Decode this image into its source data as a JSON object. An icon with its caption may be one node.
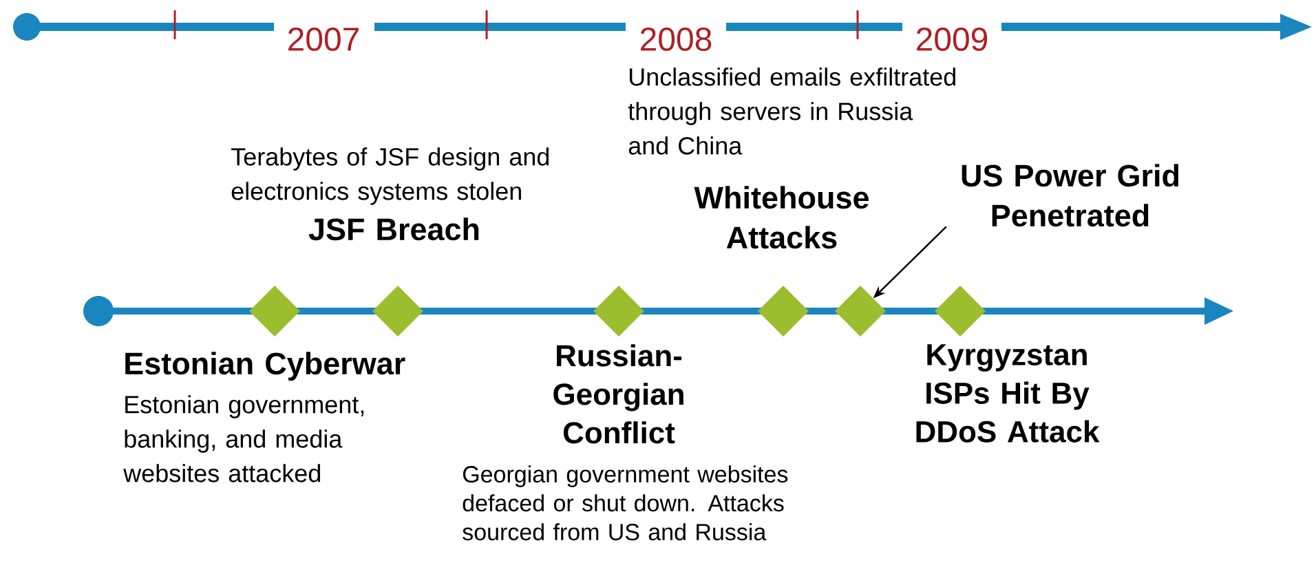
{
  "diagram": {
    "nodes": [
      {
        "text": [],
        "shape": "diamond"
      },
      {
        "text": [],
        "shape": "diamond"
      },
      {
        "text": [],
        "shape": "diamond"
      },
      {
        "text": [],
        "shape": "diamond"
      },
      {
        "text": [],
        "shape": "diamond"
      },
      {
        "text": [],
        "shape": "diamond"
      },
      {
        "text": [
          "US Power Grid Penetrated"
        ]
      }
    ],
    "edges": [
      {
        "from": 6,
        "to": 4,
        "arrow": "to"
      }
    ],
    "labels": [
      "2007",
      "2008",
      "2009",
      "Unclassified emails exfiltrated through servers in Russia and China",
      "Terabytes of JSF design and electronics systems stolen",
      "Whitehouse Attacks",
      "JSF Breach",
      "Estonian Cyberwar",
      "Russian-Georgian Conflict",
      "Kyrgyzstan ISPs Hit By DDoS Attack",
      "Estonian government, banking, and media websites attacked",
      "Georgian government websites defaced or shut down. Attacks sourced from US and Russia"
    ]
  }
}
